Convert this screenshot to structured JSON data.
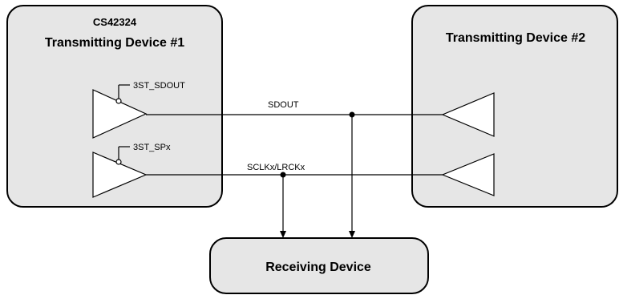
{
  "device1": {
    "part_number": "CS42324",
    "title": "Transmitting Device #1",
    "tristate_sdout_label": "3ST_SDOUT",
    "tristate_spx_label": "3ST_SPx"
  },
  "device2": {
    "title": "Transmitting Device #2"
  },
  "receiver": {
    "title": "Receiving Device"
  },
  "signals": {
    "sdout": "SDOUT",
    "sclk_lrck": "SCLKx/LRCKx"
  },
  "colors": {
    "box_fill": "#e6e6e6",
    "box_stroke": "#000000",
    "line": "#000000",
    "background": "#ffffff"
  }
}
